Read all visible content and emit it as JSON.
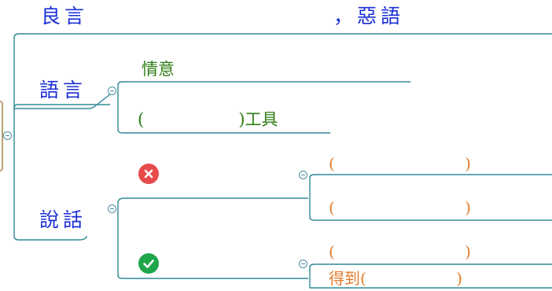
{
  "title": {
    "left": "良言",
    "right": "，惡語"
  },
  "branch_language": {
    "label": "語言",
    "child_1": "情意",
    "child_2": "(                  )工具"
  },
  "branch_speech": {
    "label": "說話",
    "negative": {
      "icon": "x-circle-icon",
      "color": "#e84b4b",
      "item_1": "(                          )",
      "item_2": "(                          )"
    },
    "positive": {
      "icon": "check-circle-icon",
      "color": "#1fa64a",
      "item_1": "(                          )",
      "item_2": "得到(                  )"
    }
  },
  "colors": {
    "line": "#2f8a99",
    "blue_text": "#1b2fd6",
    "green_text": "#2e7d14",
    "orange_text": "#e07a2a"
  }
}
